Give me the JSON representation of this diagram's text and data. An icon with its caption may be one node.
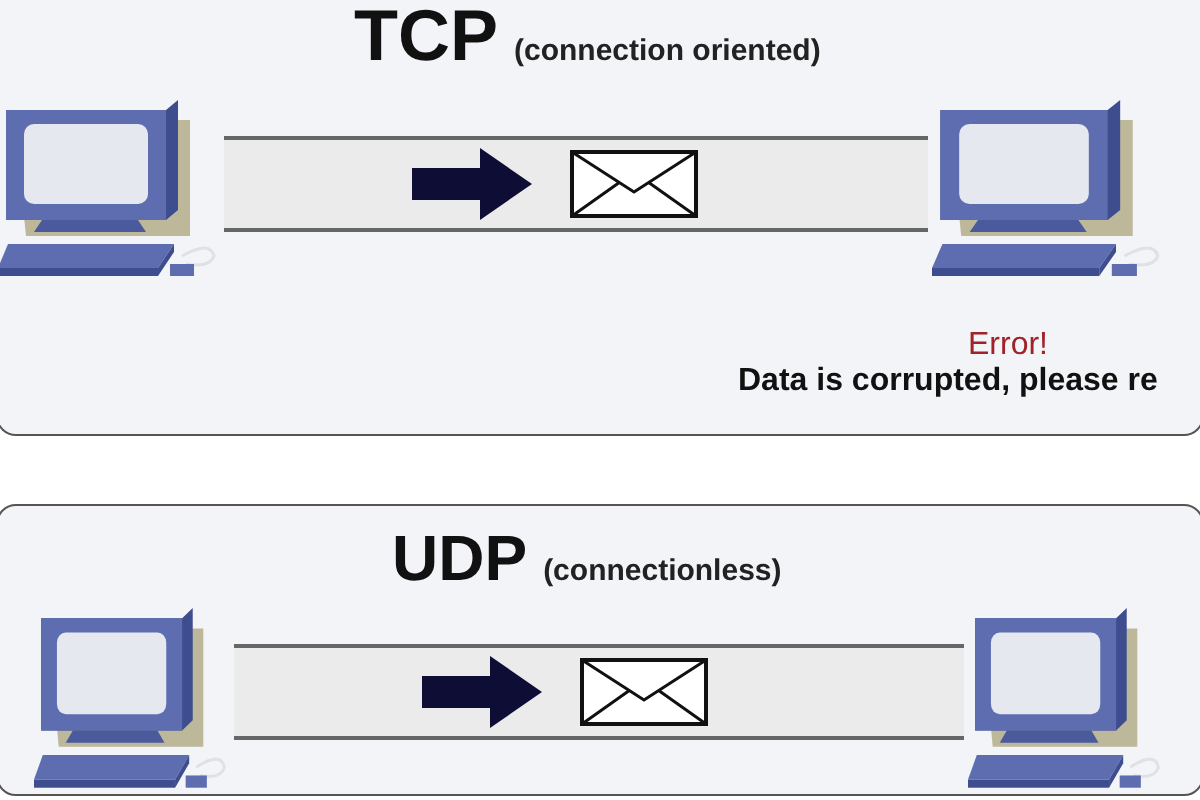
{
  "diagram": {
    "nodes": [
      {
        "text": [
          "TCP",
          "(connection oriented)"
        ]
      },
      {
        "text": [],
        "shape": "picture",
        "in": 0
      },
      {
        "text": [],
        "shape": "picture",
        "in": 0,
        "beside": [
          "Error!",
          "Data is corrupted, please re"
        ]
      },
      {
        "text": [
          "UDP",
          "(connectionless)"
        ]
      },
      {
        "text": [],
        "shape": "picture",
        "in": 3
      },
      {
        "text": [],
        "shape": "picture",
        "in": 3
      }
    ],
    "edges": [
      {
        "from": 1,
        "to": 2,
        "arrow": "none"
      },
      {
        "from": 4,
        "to": 5,
        "arrow": "none"
      }
    ]
  }
}
